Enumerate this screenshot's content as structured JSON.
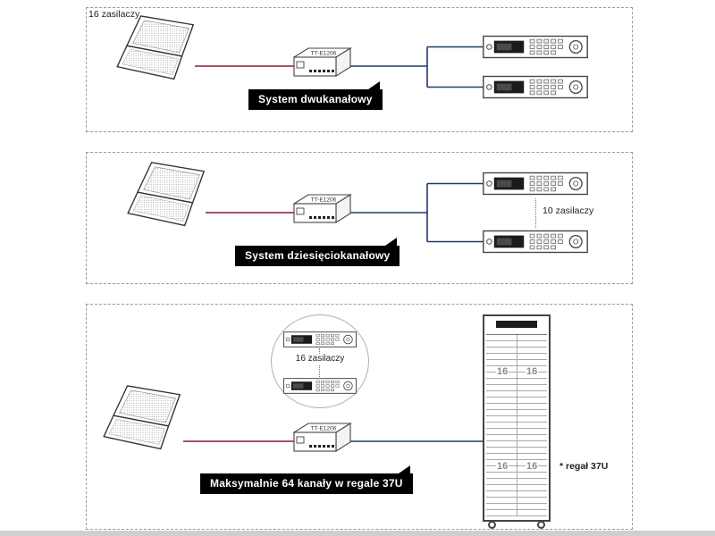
{
  "page": {
    "top_left_label": "16 zasilaczy"
  },
  "panels": [
    {
      "banner": "System dwukanałowy",
      "converter": "TT-E1206"
    },
    {
      "banner": "System dziesięciokanałowy",
      "converter": "TT-E1206",
      "middle_label": "10 zasilaczy"
    },
    {
      "banner": "Maksymalnie 64 kanały w regale 37U",
      "converter": "TT-E1206",
      "circle_label": "16 zasilaczy",
      "rack_note": "* regał 37U",
      "rack_numbers": [
        "16",
        "16",
        "16",
        "16"
      ]
    }
  ],
  "colors": {
    "line_red": "#8b1a28",
    "line_blue": "#20386a",
    "banner_bg": "#000000",
    "banner_text": "#ffffff"
  }
}
